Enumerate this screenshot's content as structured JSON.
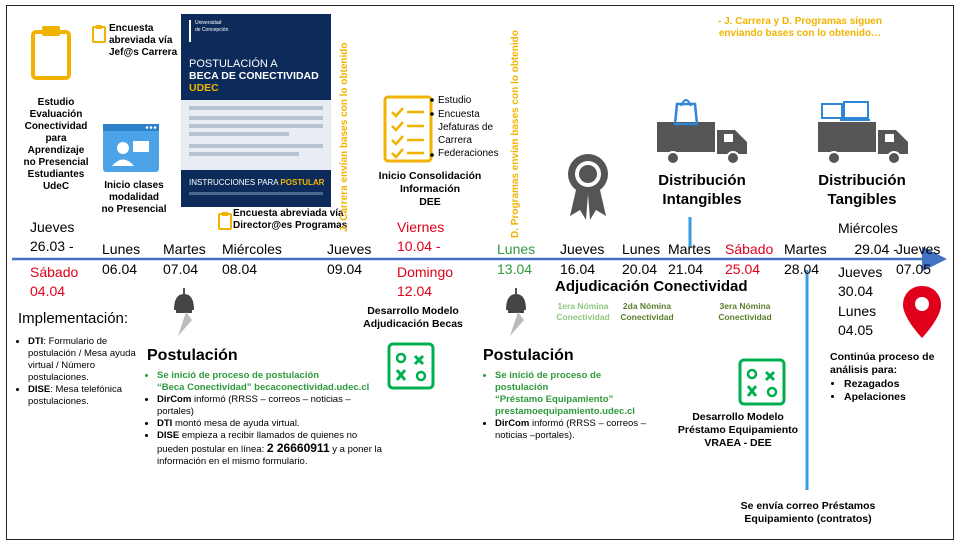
{
  "colors": {
    "accent_gold": "#f0b400",
    "timeline_blue": "#4472c4",
    "red": "#e0001b",
    "green": "#2f9a3c",
    "icon_teal": "#00b050",
    "light_blue_bar": "#3b9be0"
  },
  "top_left": {
    "estudio": "Estudio\nEvaluación\nConectividad\npara\nAprendizaje\nno Presencial\nEstudiantes\nUdeC",
    "encuesta_jefes": "Encuesta\nabreviada vía\nJef@s Carrera",
    "inicio_clases": "Inicio clases\nmodalidad\nno Presencial",
    "encuesta_directores": "Encuesta abreviada vía\nDirector@es Programas"
  },
  "flyer": {
    "brand": "Universidad\nde Concepción",
    "title_line1": "POSTULACIÓN A",
    "title_line2": "BECA DE CONECTIVIDAD",
    "title_line3": "UDEC",
    "footer_title_a": "INSTRUCCIONES PARA ",
    "footer_title_b": "POSTULAR"
  },
  "vertical_notes": {
    "carrera": "J. Carrera envían bases con lo obtenido",
    "programas": "D. Programas envían bases con lo obtenido"
  },
  "consolidacion": {
    "list": [
      "Estudio",
      "Encuesta Jefaturas de Carrera",
      "Federaciones"
    ],
    "title": "Inicio Consolidación\nInformación\nDEE"
  },
  "top_right_note": "- J. Carrera y D. Programas siguen\nenviando bases con lo obtenido…",
  "distribucion": {
    "intangibles": "Distribución\nIntangibles",
    "tangibles": "Distribución\nTangibles"
  },
  "timeline_labels": {
    "jueves_2603": "Jueves\n26.03 -",
    "sabado_0404": "Sábado\n04.04",
    "lunes_0604": "Lunes\n06.04",
    "martes_0704": "Martes\n07.04",
    "miercoles_0804": "Miércoles\n08.04",
    "jueves_0904": "Jueves\n09.04",
    "viernes_1004": "Viernes\n10.04 -",
    "domingo_1204": "Domingo\n12.04",
    "lunes_1304": "Lunes\n13.04",
    "jueves_1604": "Jueves\n16.04",
    "lunes_2004": "Lunes\n20.04",
    "martes_2104": "Martes\n21.04",
    "sabado_2504": "Sábado\n25.04",
    "martes_2804": "Martes\n28.04",
    "miercoles_2904": "Miércoles\n29.04 -",
    "jueves_3004": "Jueves\n30.04",
    "lunes_0405": "Lunes\n04.05",
    "jueves_0705": "Jueves\n07.05"
  },
  "implementacion": {
    "title": "Implementación:",
    "items": [
      {
        "bold": "DTI",
        "text": ": Formulario de postulación / Mesa ayuda virtual / Número postulaciones."
      },
      {
        "bold": "DISE",
        "text": ": Mesa telefónica postulaciones."
      }
    ]
  },
  "postulacion1": {
    "title": "Postulación",
    "green_line1": "Se inició de proceso de postulación",
    "green_line2": "“Beca Conectividad” becaconectividad.udec.cl",
    "items": [
      {
        "bold": "DirCom",
        "text": " informó (RRSS – correos – noticias – portales)"
      },
      {
        "bold": "DTI",
        "text": " montó mesa de ayuda virtual."
      },
      {
        "bold": "DISE",
        "text": " empieza a recibir llamados de quienes no pueden postular en línea: "
      }
    ],
    "phone": "2 26660911",
    "phone_tail": " y a poner la información en el mismo formulario."
  },
  "modelo_becas": "Desarrollo Modelo\nAdjudicación Becas",
  "postulacion2": {
    "title": "Postulación",
    "green_line1": "Se inició de proceso de postulación",
    "green_line2": "“Préstamo Equipamiento” prestamoequipamiento.udec.cl",
    "item_bold": "DirCom",
    "item_text": " informó (RRSS – correos – noticias –portales)."
  },
  "adjudicacion": {
    "title": "Adjudicación Conectividad",
    "n1": "1era Nómina\nConectividad",
    "n2": "2da Nómina\nConectividad",
    "n3": "3era Nómina\nConectividad"
  },
  "modelo_prestamo": "Desarrollo Modelo\nPréstamo Equipamiento\nVRAEA - DEE",
  "continua": {
    "title": "Continúa proceso de\nanálisis para:",
    "items": [
      "Rezagados",
      "Apelaciones"
    ]
  },
  "correo": "Se envía correo Préstamos\nEquipamiento (contratos)"
}
